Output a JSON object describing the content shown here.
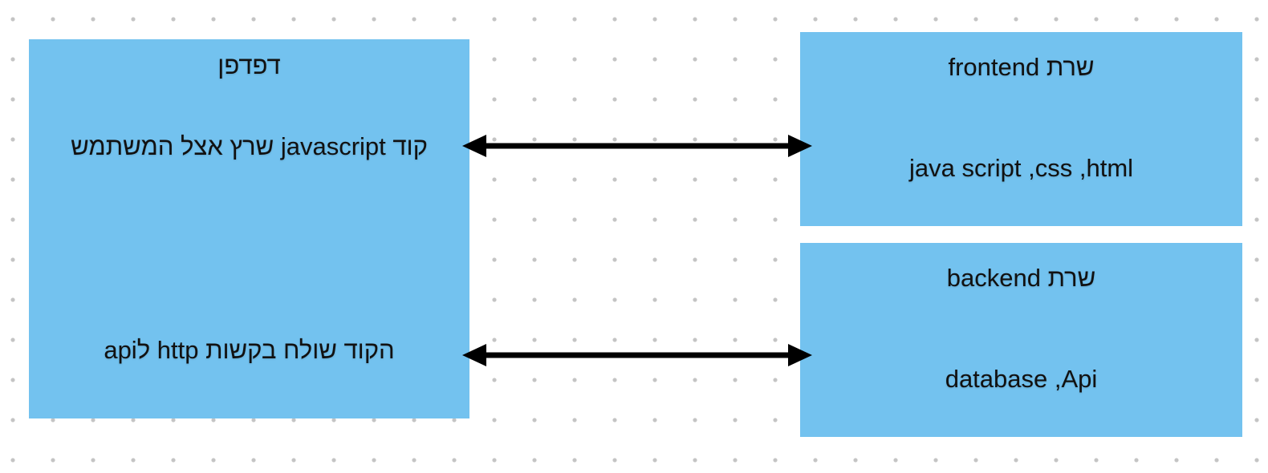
{
  "app": {
    "type": "diagram-canvas"
  },
  "colors": {
    "background": "#ffffff",
    "dot_grid": "#c4c4c4",
    "shape_fill": "#73c2ef",
    "arrow": "#000000",
    "text": "#111111"
  },
  "shapes": {
    "browser": {
      "title": "דפדפן",
      "line_js": "קוד javascript שרץ אצל המשתמש",
      "line_http": "הקוד שולח בקשות http לapi"
    },
    "frontend_server": {
      "title": "שרת frontend",
      "body": "java script ,css ,html"
    },
    "backend_server": {
      "title": "שרת backend",
      "body": "database ,Api"
    }
  },
  "connectors": [
    {
      "name": "browser-frontend",
      "type": "double-headed-arrow"
    },
    {
      "name": "browser-backend",
      "type": "double-headed-arrow"
    }
  ]
}
